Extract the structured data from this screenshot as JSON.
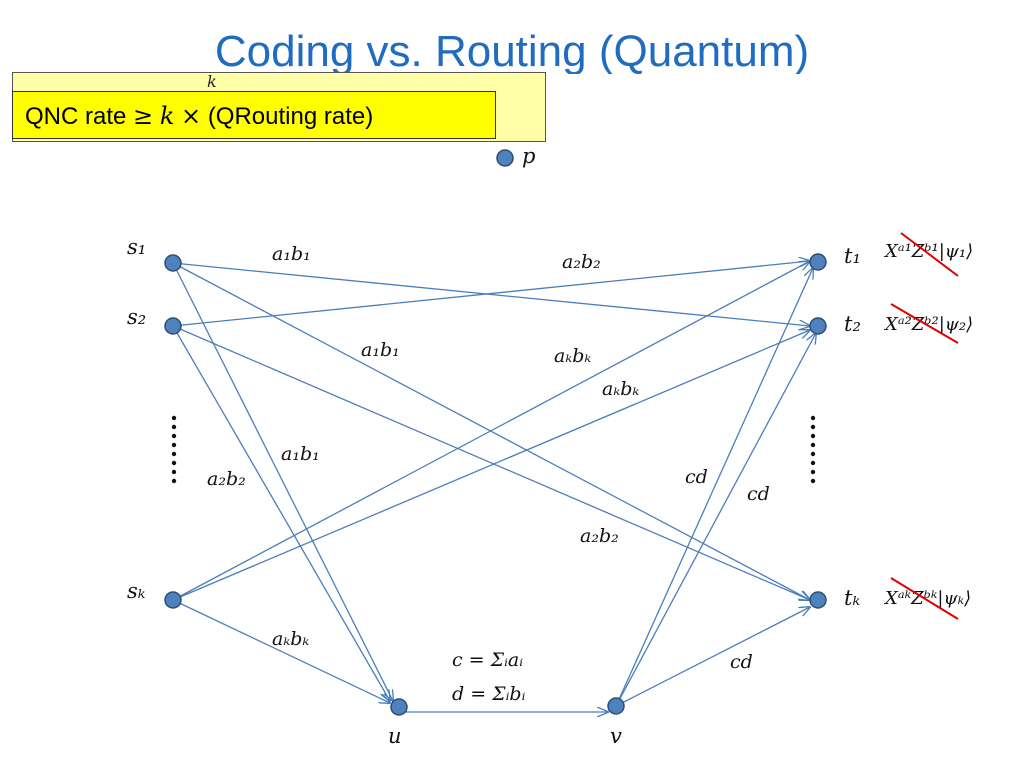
{
  "title": "Coding vs. Routing (Quantum)",
  "box": {
    "back_label": "k",
    "prefix": "QNC rate",
    "geq": "≥",
    "k": "k",
    "times": "×",
    "suffix": "(QRouting rate)"
  },
  "nodes": {
    "p": "p",
    "s1": "s₁",
    "s2": "s₂",
    "sk": "sₖ",
    "t1": "t₁",
    "t2": "t₂",
    "tk": "tₖ",
    "u": "u",
    "v": "v"
  },
  "edge_labels": {
    "s1_t2": "a₁b₁",
    "s2_t1": "a₂b₂",
    "s1_tk": "a₁b₁",
    "sk_t1": "aₖbₖ",
    "sk_t2": "aₖbₖ",
    "s1_u": "a₁b₁",
    "s2_u": "a₂b₂",
    "s2_tk": "a₂b₂",
    "sk_u": "aₖbₖ",
    "v_t1": "cd",
    "v_t2": "cd",
    "v_tk": "cd",
    "uv_c": "c = Σᵢaᵢ",
    "uv_d": "d = Σᵢbᵢ"
  },
  "states": {
    "t1": {
      "x": "Xᵃ¹",
      "z": "Zᵇ¹|ψ₁⟩"
    },
    "t2": {
      "x": "Xᵃ²",
      "z": "Zᵇ²|ψ₂⟩"
    },
    "tk": {
      "x": "Xᵃᵏ",
      "z": "Zᵇᵏ|ψₖ⟩"
    }
  },
  "colors": {
    "title": "#1f6cc0",
    "edge": "#4a7ebb",
    "node_fill": "#4f81bd",
    "node_stroke": "#2c4d75",
    "strike": "#e00000",
    "box": "#ffff00"
  }
}
